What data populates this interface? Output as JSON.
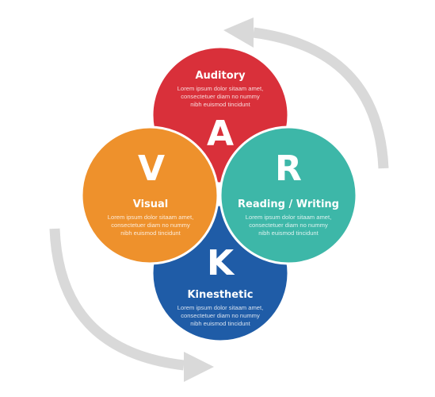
{
  "colors": {
    "auditory": "#D9303A",
    "visual": "#EE912C",
    "reading_writing": "#3DB7A8",
    "kinesthetic": "#1F5CA7",
    "arrow": "#D9D9D9",
    "outline": "#FFFFFF"
  },
  "diagram": {
    "auditory": {
      "letter": "A",
      "title": "Auditory",
      "lines": [
        "Lorem ipsum dolor sitaam amet,",
        "consectetuer diam no nummy",
        "nibh euismod tincidunt"
      ]
    },
    "visual": {
      "letter": "V",
      "title": "Visual",
      "lines": [
        "Lorem ipsum dolor sitaam amet,",
        "consectetuer diam no nummy",
        "nibh euismod tincidunt"
      ]
    },
    "reading_writing": {
      "letter": "R",
      "title": "Reading / Writing",
      "lines": [
        "Lorem ipsum dolor sitaam amet,",
        "consectetuer diam no nummy",
        "nibh euismod tincidunt"
      ]
    },
    "kinesthetic": {
      "letter": "K",
      "title": "Kinesthetic",
      "lines": [
        "Lorem ipsum dolor sitaam amet,",
        "consectetuer diam no nummy",
        "nibh euismod tincidunt"
      ]
    }
  },
  "arrows": [
    {
      "name": "top-right-arrow",
      "direction": "counter-clockwise"
    },
    {
      "name": "bottom-left-arrow",
      "direction": "counter-clockwise"
    }
  ]
}
